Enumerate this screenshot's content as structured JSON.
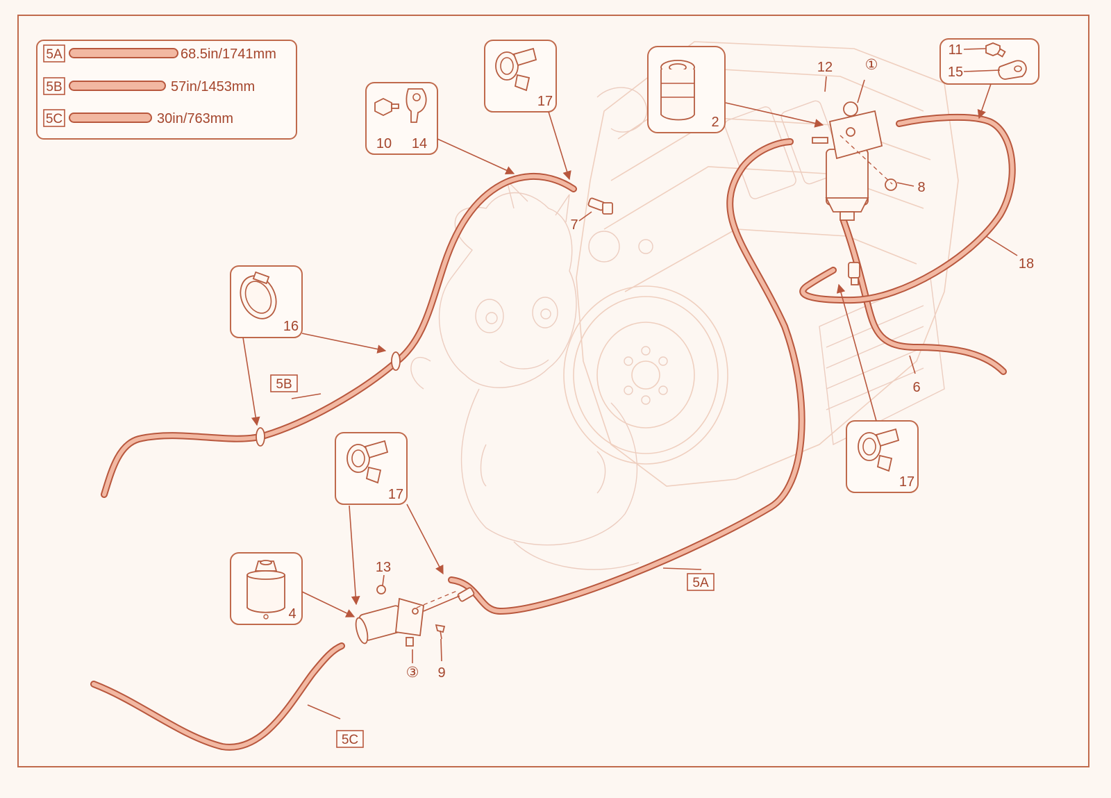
{
  "legend": [
    {
      "tag": "5A",
      "length": "68.5in/1741mm"
    },
    {
      "tag": "5B",
      "length": "57in/1453mm"
    },
    {
      "tag": "5C",
      "length": "30in/763mm"
    }
  ],
  "callouts": {
    "p1": "①",
    "p2": "2",
    "p3": "③",
    "p4": "4",
    "p5A": "5A",
    "p5B": "5B",
    "p5C": "5C",
    "p6": "6",
    "p7": "7",
    "p8": "8",
    "p9": "9",
    "p10": "10",
    "p11": "11",
    "p12": "12",
    "p13": "13",
    "p14": "14",
    "p15": "15",
    "p16": "16",
    "p17": "17",
    "p18": "18"
  },
  "colors": {
    "accent": "#b8573d",
    "hose_fill": "#f2b8a2",
    "background": "#fdf7f2",
    "ghost_engine": "#efcfbf"
  },
  "icons": [
    "fuel-filter-icon",
    "hose-clamp-icon",
    "bolt-icon",
    "p-clip-icon",
    "fuel-pump-icon",
    "screw-icon",
    "cap-icon"
  ]
}
